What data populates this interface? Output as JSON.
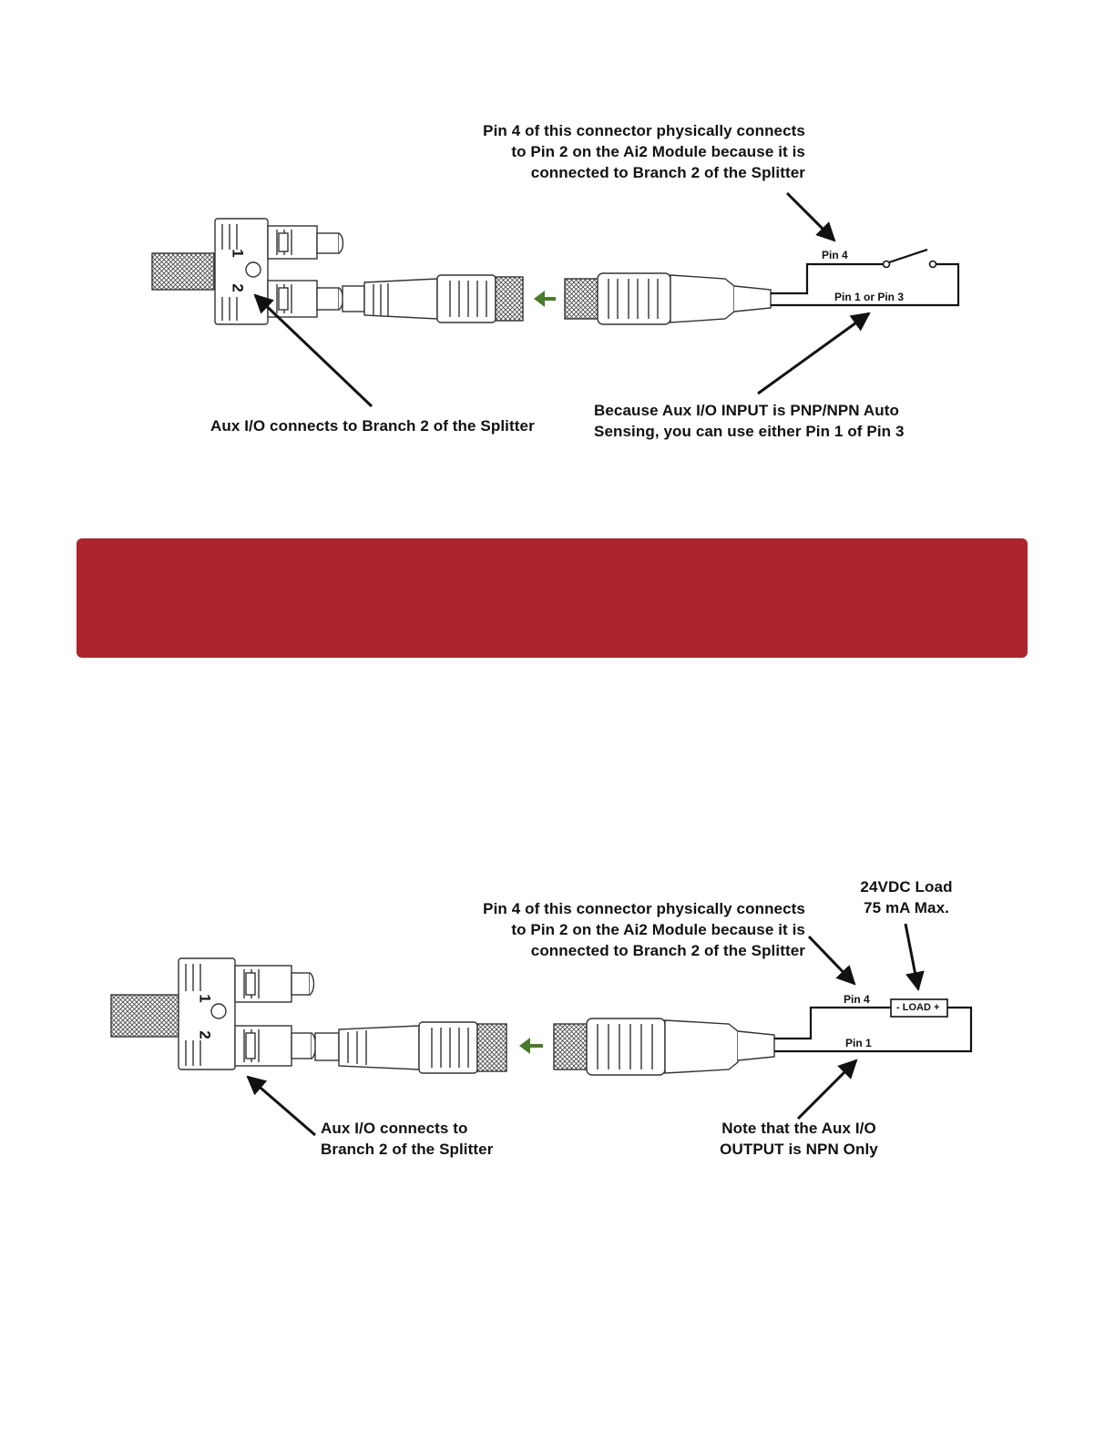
{
  "colors": {
    "banner": "#ac242d",
    "arrow_green": "#4a7a2c",
    "line": "#111111"
  },
  "diagram_input": {
    "callout_top": "Pin 4 of this connector physically connects\nto Pin 2 on the Ai2 Module because it is\nconnected to Branch 2 of the Splitter",
    "callout_left": "Aux I/O connects to Branch 2 of the Splitter",
    "callout_right": "Because Aux I/O INPUT is PNP/NPN Auto\nSensing, you can use either Pin 1 of Pin 3",
    "pin4_label": "Pin 4",
    "pin13_label": "Pin 1 or Pin 3",
    "branch_1": "1",
    "branch_2": "2"
  },
  "banner": {
    "text": ""
  },
  "diagram_output": {
    "callout_top": "Pin 4 of this connector physically connects\nto Pin 2 on the Ai2 Module because it is\nconnected to Branch 2 of the Splitter",
    "callout_load": "24VDC Load\n75 mA Max.",
    "callout_left": "Aux I/O connects to\nBranch 2 of the Splitter",
    "callout_right": "Note that the Aux I/O\nOUTPUT is NPN Only",
    "pin4_label": "Pin 4",
    "pin1_label": "Pin 1",
    "load_label": "- LOAD +",
    "branch_1": "1",
    "branch_2": "2"
  }
}
